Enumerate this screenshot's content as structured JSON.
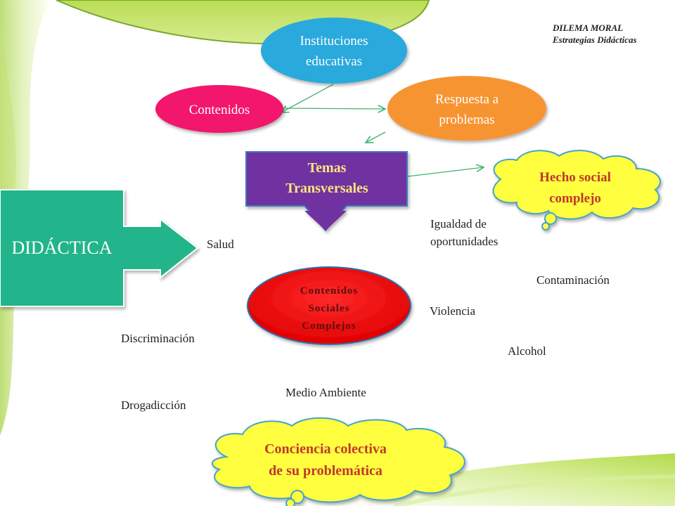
{
  "header": {
    "line1": "DILEMA MORAL",
    "line2": "Estrategias Didácticas"
  },
  "nodes": {
    "instituciones": {
      "line1": "Instituciones",
      "line2": "educativas",
      "color": "#29a9dc"
    },
    "contenidos": {
      "label": "Contenidos",
      "color": "#f2186c"
    },
    "respuesta": {
      "line1": "Respuesta a",
      "line2": "problemas",
      "color": "#f79433"
    },
    "temas": {
      "line1": "Temas",
      "line2": "Transversales",
      "color": "#7030a0",
      "text_color": "#ffe680"
    },
    "hecho": {
      "line1": "Hecho social",
      "line2": "complejo",
      "color": "#ffff40",
      "text_color": "#c0392b"
    },
    "didactica": {
      "label": "DIDÁCTICA",
      "color": "#20b48a"
    },
    "contenidos_sociales": {
      "line1": "Contenidos",
      "line2": "Sociales",
      "line3": "Complejos",
      "color": "#ff0000"
    },
    "conciencia": {
      "line1": "Conciencia colectiva",
      "line2": "de su problemática",
      "color": "#ffff40",
      "text_color": "#c0392b"
    }
  },
  "topics": {
    "salud": "Salud",
    "igualdad_1": "Igualdad de",
    "igualdad_2": "oportunidades",
    "contaminacion": "Contaminación",
    "violencia": "Violencia",
    "discriminacion": "Discriminación",
    "alcohol": "Alcohol",
    "medio_ambiente": "Medio Ambiente",
    "drogadiccion": "Drogadicción"
  },
  "colors": {
    "background_green": "#c9e46a",
    "arrow_line": "#3cb371"
  }
}
